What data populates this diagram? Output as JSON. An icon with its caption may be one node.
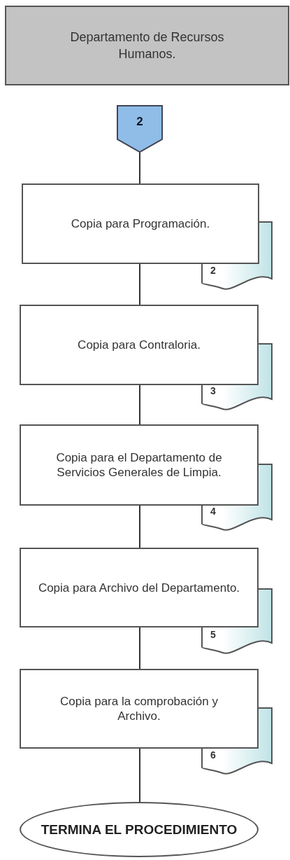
{
  "diagram": {
    "nodes": [
      {
        "text": [
          "Departamento de Recursos Humanos."
        ]
      },
      {
        "text": [
          "2"
        ]
      },
      {
        "text": [
          "Copia para Programación."
        ]
      },
      {
        "text": [
          "2"
        ]
      },
      {
        "text": [
          "Copia para Contraloria."
        ]
      },
      {
        "text": [
          "3"
        ]
      },
      {
        "text": [
          "Copia para el Departamento de Servicios Generales de Limpia."
        ]
      },
      {
        "text": [
          "4"
        ]
      },
      {
        "text": [
          "Copia para Archivo del Departamento."
        ]
      },
      {
        "text": [
          "5"
        ]
      },
      {
        "text": [
          "Copia para la comprobación y Archivo."
        ]
      },
      {
        "text": [
          "6"
        ]
      },
      {
        "text": [
          "TERMINA EL PROCEDIMIENTO"
        ]
      }
    ],
    "edges": [
      {
        "from": 1,
        "to": 2,
        "arrow": "none"
      },
      {
        "from": 2,
        "to": 4,
        "arrow": "none"
      },
      {
        "from": 4,
        "to": 6,
        "arrow": "none"
      },
      {
        "from": 6,
        "to": 8,
        "arrow": "none"
      },
      {
        "from": 8,
        "to": 10,
        "arrow": "none"
      },
      {
        "from": 10,
        "to": 12,
        "arrow": "none"
      }
    ]
  }
}
